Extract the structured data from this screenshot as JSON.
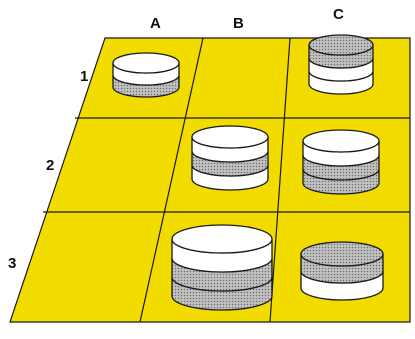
{
  "columns": [
    "A",
    "B",
    "C"
  ],
  "rows": [
    "1",
    "2",
    "3"
  ],
  "colors": {
    "board": "#f2dc00",
    "grid": "#1a1a1a",
    "white_disc": "#ffffff",
    "grey_disc": "#b4b4b4",
    "ink": "#111111"
  },
  "stacks": [
    {
      "cell": "A1",
      "discs": [
        "grey",
        "white"
      ]
    },
    {
      "cell": "B2",
      "discs": [
        "white",
        "grey",
        "white"
      ]
    },
    {
      "cell": "C1",
      "discs": [
        "white",
        "white",
        "grey"
      ]
    },
    {
      "cell": "C2",
      "discs": [
        "grey",
        "grey",
        "white"
      ]
    },
    {
      "cell": "B3",
      "discs": [
        "grey",
        "grey",
        "white"
      ]
    },
    {
      "cell": "C3",
      "discs": [
        "white",
        "grey"
      ]
    }
  ]
}
